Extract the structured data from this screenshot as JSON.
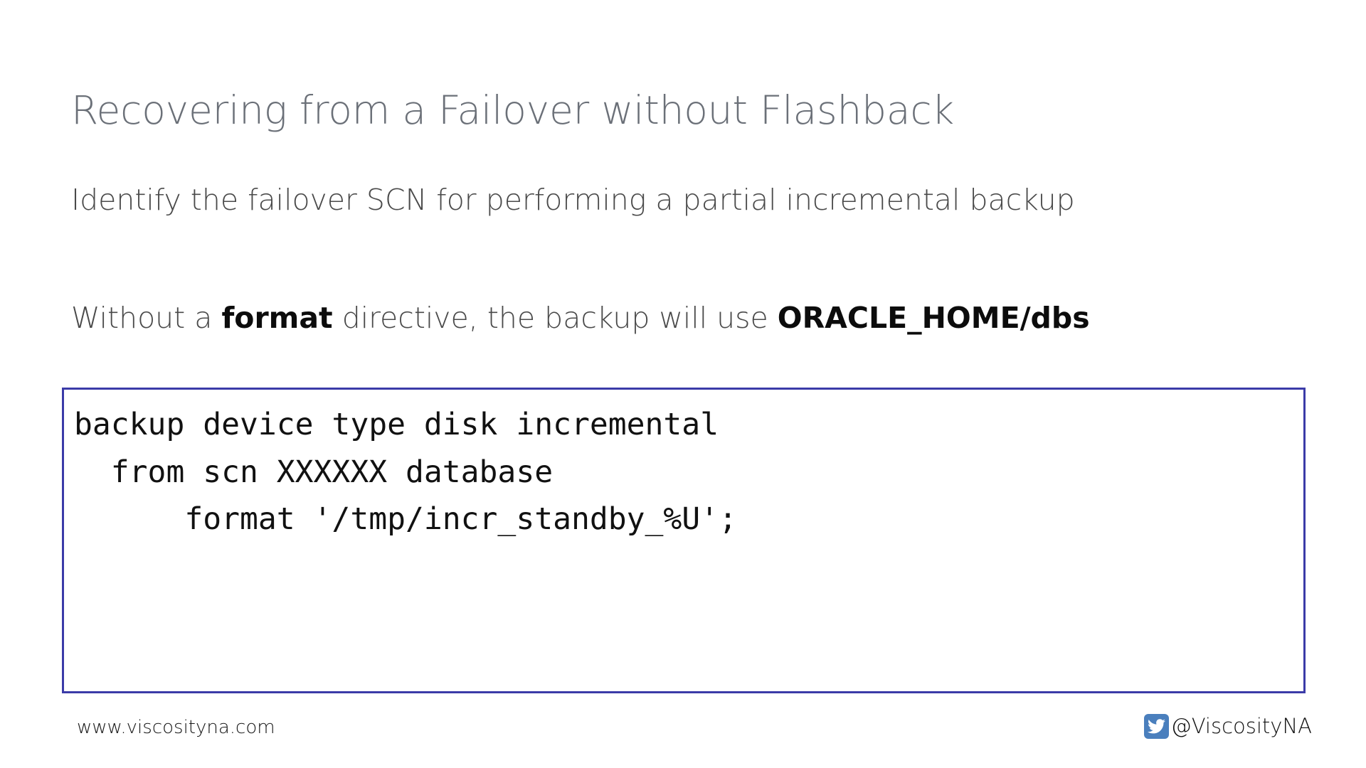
{
  "slide": {
    "title": "Recovering from a Failover without Flashback",
    "paragraph_1": "Identify the failover SCN for performing a partial incremental backup",
    "paragraph_2": {
      "part_1": "Without a ",
      "bold_1": "format",
      "part_2": " directive, the backup will use ",
      "bold_2": "ORACLE_HOME/dbs"
    },
    "code_block": {
      "border_color": "#3b3ba8",
      "text": "backup device type disk incremental\n  from scn XXXXXX database\n      format '/tmp/incr_standby_%U';"
    },
    "footer": {
      "website": "www.viscosityna.com",
      "social_handle": "@ViscosityNA",
      "social_icon": "twitter-bird-icon",
      "social_icon_color": "#4a7fbd"
    },
    "colors": {
      "background": "#ffffff",
      "title_text": "#6b7078",
      "body_text": "#4a4a4a",
      "bold_text": "#0c0c0c",
      "code_text": "#111111"
    }
  }
}
